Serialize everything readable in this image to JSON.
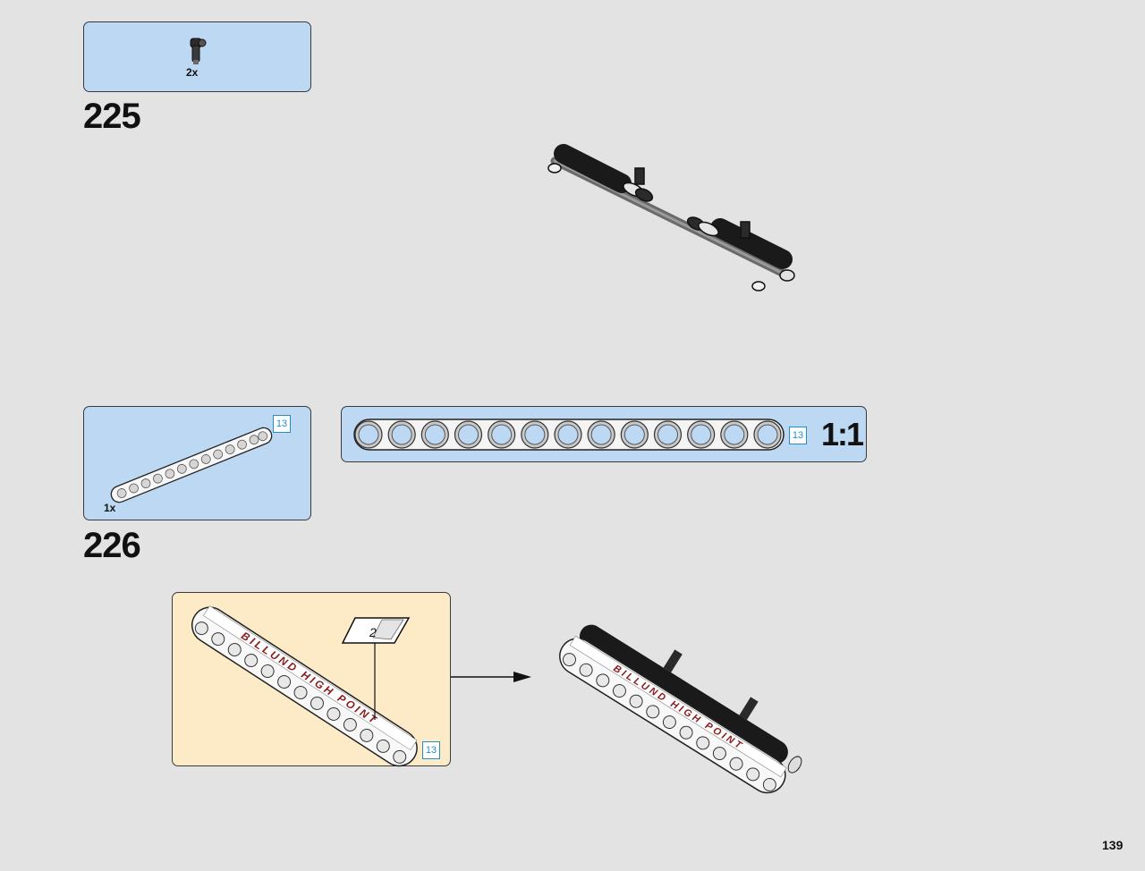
{
  "steps": [
    {
      "number": "225",
      "parts": [
        {
          "name": "pin connector",
          "quantity": "2x"
        }
      ]
    },
    {
      "number": "226",
      "parts": [
        {
          "name": "beam 13",
          "quantity": "1x",
          "length": "13"
        }
      ],
      "scale_callout": {
        "length": "13",
        "scale": "1:1",
        "holes": 13
      },
      "sticker_callout": {
        "sticker_text": "BILLUND HIGH POINT",
        "sticker_number": "2",
        "length": "13"
      }
    }
  ],
  "page_number": "139",
  "colors": {
    "page_bg": "#e3e3e3",
    "parts_box": "#bcd8f3",
    "callout_box": "#fdebc7",
    "length_badge": "#1f8fc4",
    "sticker_text": "#8b1a1a"
  },
  "icons": [
    "pin-connector-icon",
    "beam-icon",
    "arrow-icon",
    "sticker-icon"
  ]
}
